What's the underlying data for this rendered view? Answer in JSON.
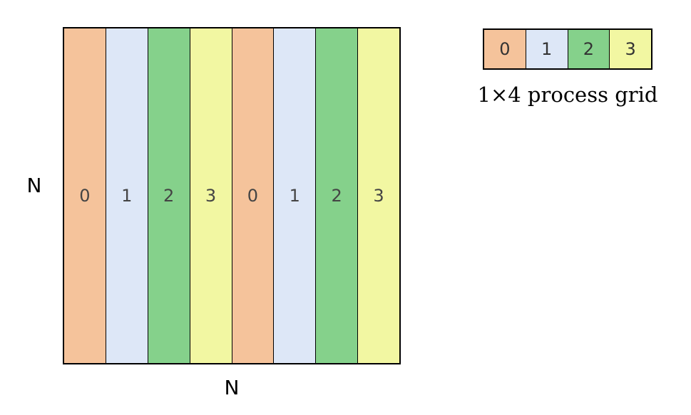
{
  "colors": {
    "process0": "#F5C39B",
    "process1": "#DDE7F7",
    "process2": "#85D18B",
    "process3": "#F2F7A2"
  },
  "matrix": {
    "left_label": "N",
    "bottom_label": "N",
    "stripes": [
      {
        "label": "0",
        "color": "#F5C39B"
      },
      {
        "label": "1",
        "color": "#DDE7F7"
      },
      {
        "label": "2",
        "color": "#85D18B"
      },
      {
        "label": "3",
        "color": "#F2F7A2"
      },
      {
        "label": "0",
        "color": "#F5C39B"
      },
      {
        "label": "1",
        "color": "#DDE7F7"
      },
      {
        "label": "2",
        "color": "#85D18B"
      },
      {
        "label": "3",
        "color": "#F2F7A2"
      }
    ]
  },
  "process_grid": {
    "caption": "1×4 process grid",
    "cells": [
      {
        "label": "0",
        "color": "#F5C39B"
      },
      {
        "label": "1",
        "color": "#DDE7F7"
      },
      {
        "label": "2",
        "color": "#85D18B"
      },
      {
        "label": "3",
        "color": "#F2F7A2"
      }
    ]
  }
}
